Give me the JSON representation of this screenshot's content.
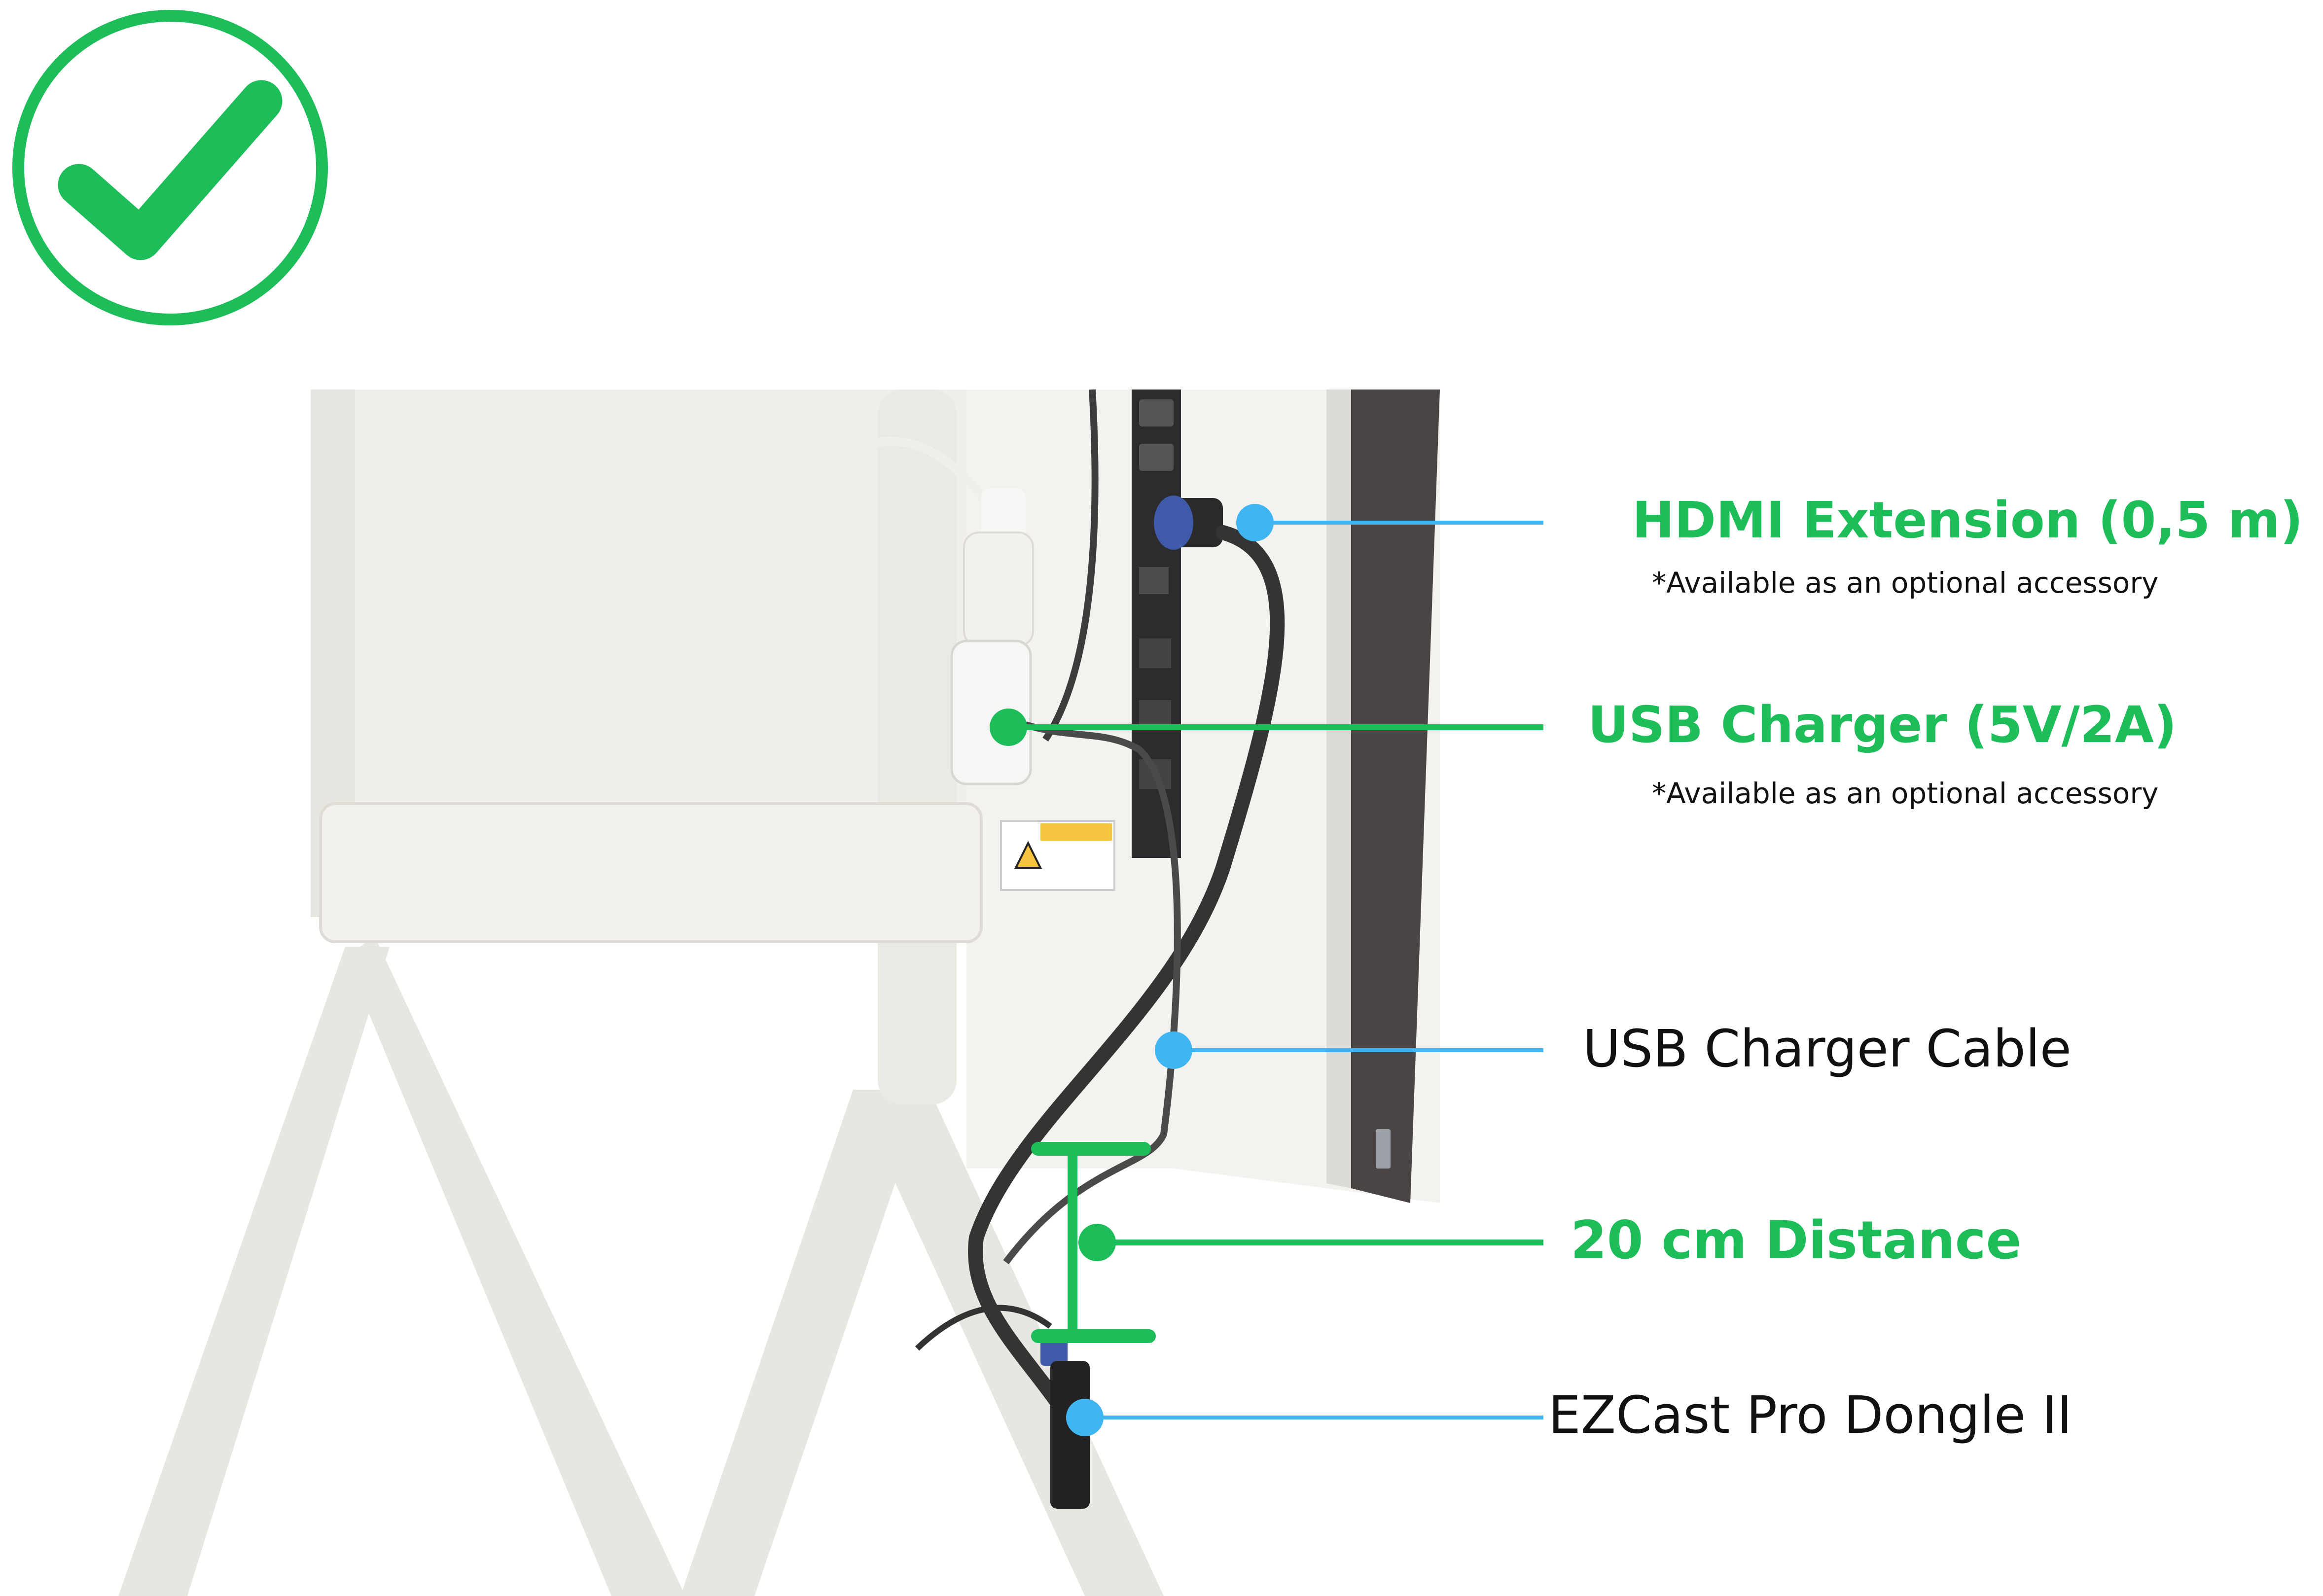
{
  "colors": {
    "accent_green": "#1dbd5a",
    "leader_blue": "#3fb6f2",
    "text_dark": "#111111"
  },
  "icons": {
    "status": "check-circle-icon"
  },
  "callouts": {
    "hdmi_extension": {
      "label": "HDMI Extension (0,5 m)",
      "note": "*Available as an optional accessory"
    },
    "usb_charger": {
      "label": "USB Charger (5V/2A)",
      "note": "*Available as an optional accessory"
    },
    "usb_charger_cable": {
      "label": "USB Charger Cable"
    },
    "distance": {
      "label": "20 cm Distance"
    },
    "dongle": {
      "label": "EZCast Pro Dongle II"
    }
  }
}
